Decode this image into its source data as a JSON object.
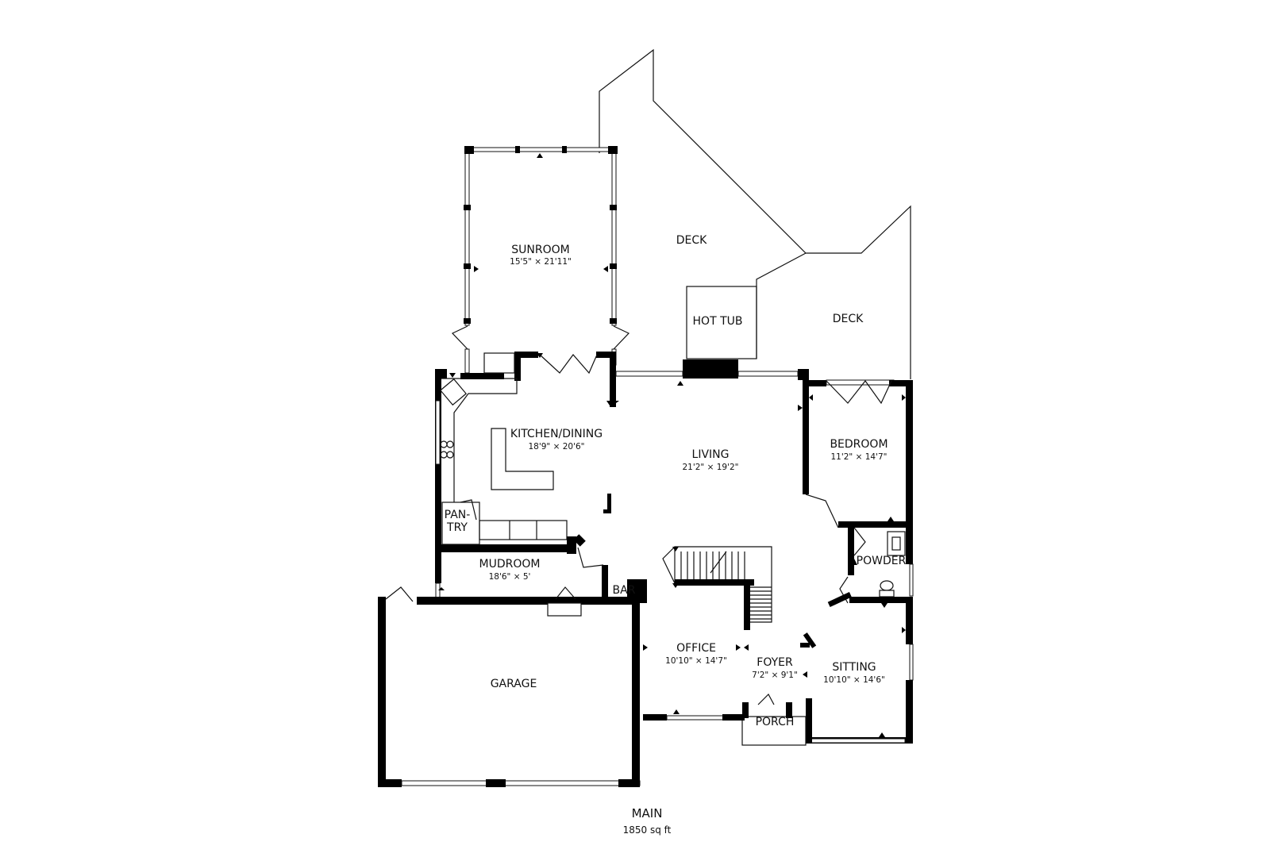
{
  "floor": {
    "name": "MAIN",
    "area": "1850 sq ft"
  },
  "rooms": {
    "sunroom": {
      "name": "SUNROOM",
      "dims": "15'5\" × 21'11\""
    },
    "deck_left": {
      "name": "DECK"
    },
    "deck_right": {
      "name": "DECK"
    },
    "hot_tub": {
      "name": "HOT TUB"
    },
    "kitchen_dining": {
      "name": "KITCHEN/DINING",
      "dims": "18'9\" × 20'6\""
    },
    "living": {
      "name": "LIVING",
      "dims": "21'2\" × 19'2\""
    },
    "bedroom": {
      "name": "BEDROOM",
      "dims": "11'2\" × 14'7\""
    },
    "pantry": {
      "name_line1": "PAN-",
      "name_line2": "TRY"
    },
    "mudroom": {
      "name": "MUDROOM",
      "dims": "18'6\" × 5'"
    },
    "bar": {
      "name": "BAR"
    },
    "powder": {
      "name": "POWDER"
    },
    "garage": {
      "name": "GARAGE"
    },
    "office": {
      "name": "OFFICE",
      "dims": "10'10\" × 14'7\""
    },
    "foyer": {
      "name": "FOYER",
      "dims": "7'2\" × 9'1\""
    },
    "sitting": {
      "name": "SITTING",
      "dims": "10'10\" × 14'6\""
    },
    "porch": {
      "name": "PORCH"
    }
  }
}
